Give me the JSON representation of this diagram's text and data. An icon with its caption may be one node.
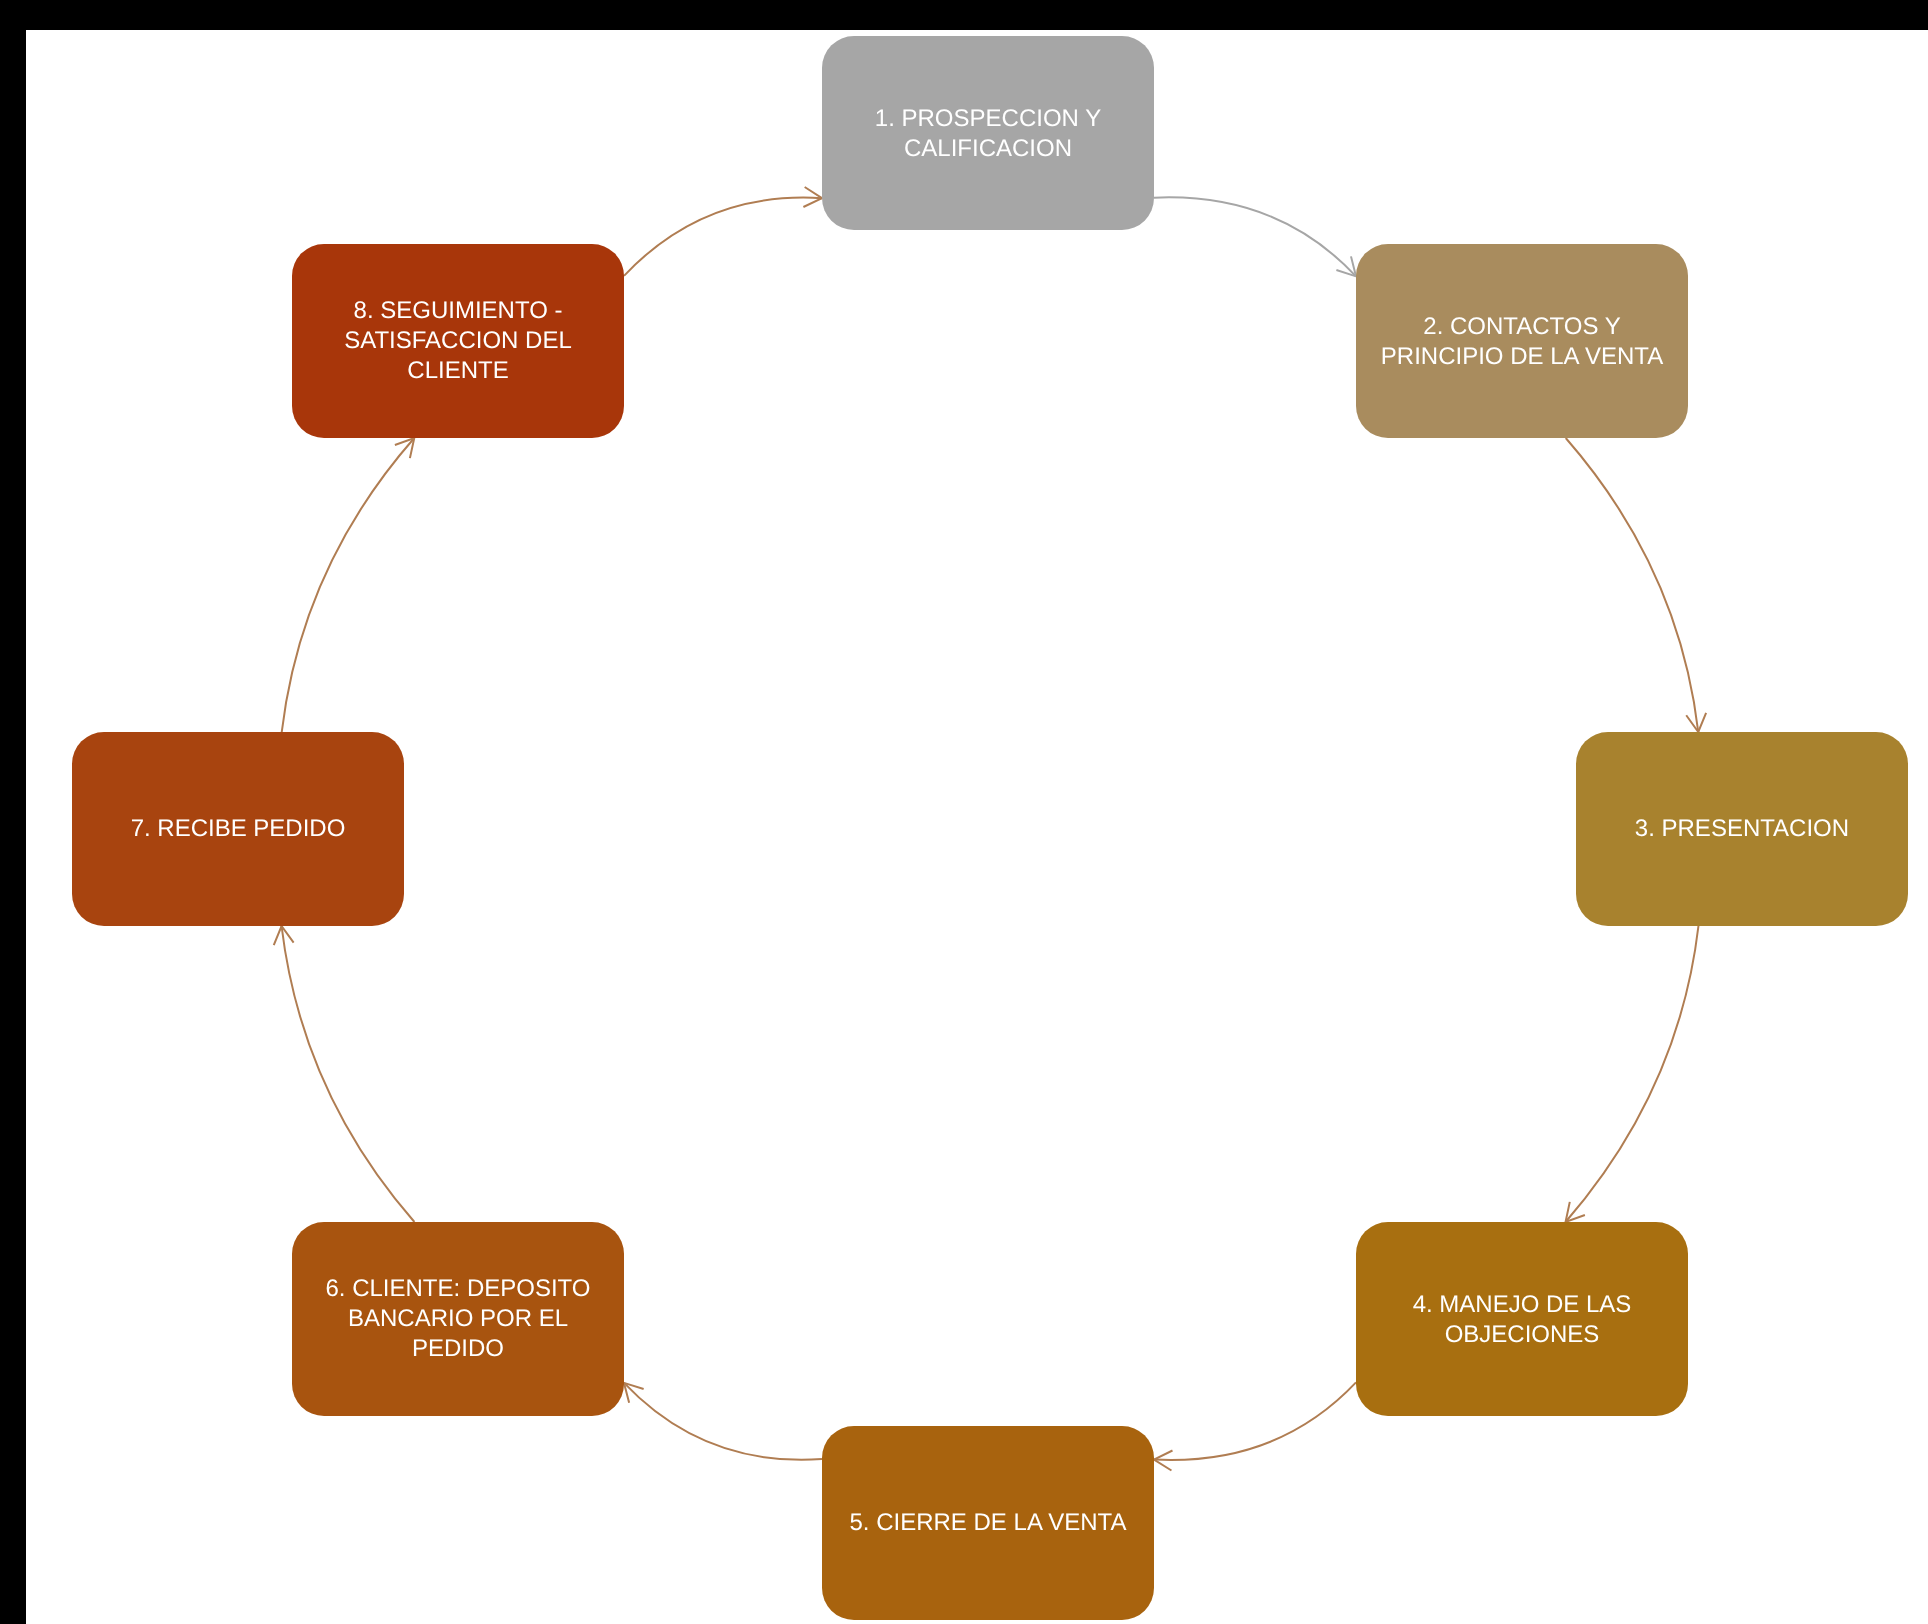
{
  "diagram": {
    "nodes": [
      {
        "text": [
          "1. PROSPECCION Y CALIFICACION"
        ]
      },
      {
        "text": [
          "2. CONTACTOS Y PRINCIPIO DE LA VENTA"
        ]
      },
      {
        "text": [
          "3. PRESENTACION"
        ]
      },
      {
        "text": [
          "4. MANEJO DE LAS OBJECIONES"
        ]
      },
      {
        "text": [
          "5. CIERRE DE LA VENTA"
        ]
      },
      {
        "text": [
          "6. CLIENTE: DEPOSITO BANCARIO POR EL PEDIDO"
        ]
      },
      {
        "text": [
          "7. RECIBE PEDIDO"
        ]
      },
      {
        "text": [
          "8. SEGUIMIENTO - SATISFACCION DEL CLIENTE"
        ]
      }
    ],
    "edges": [
      {
        "from": 0,
        "to": 1,
        "arrow": "to",
        "color": "#a6a6a6"
      },
      {
        "from": 1,
        "to": 2,
        "arrow": "to"
      },
      {
        "from": 2,
        "to": 3,
        "arrow": "to"
      },
      {
        "from": 3,
        "to": 4,
        "arrow": "to"
      },
      {
        "from": 4,
        "to": 5,
        "arrow": "to"
      },
      {
        "from": 5,
        "to": 6,
        "arrow": "to"
      },
      {
        "from": 6,
        "to": 7,
        "arrow": "to"
      },
      {
        "from": 7,
        "to": 0,
        "arrow": "to"
      }
    ]
  }
}
